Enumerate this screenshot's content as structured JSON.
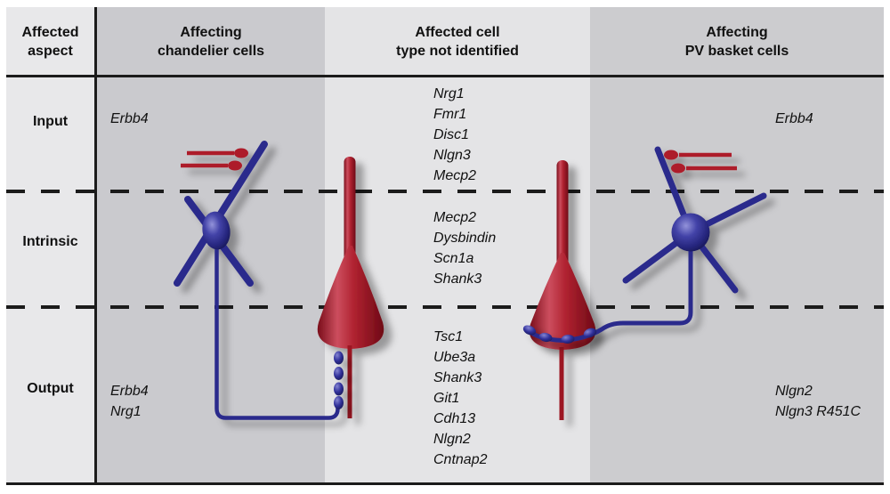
{
  "header": {
    "affected_aspect": {
      "line1": "Affected",
      "line2": "aspect"
    },
    "chandelier": {
      "line1": "Affecting",
      "line2": "chandelier cells"
    },
    "unidentified": {
      "line1": "Affected cell",
      "line2": "type not identified"
    },
    "pv_basket": {
      "line1": "Affecting",
      "line2": "PV basket cells"
    }
  },
  "row_labels": {
    "input": "Input",
    "intrinsic": "Intrinsic",
    "output": "Output"
  },
  "genes": {
    "chandelier_input": [
      "Erbb4"
    ],
    "chandelier_output": [
      "Erbb4",
      "Nrg1"
    ],
    "center_input": [
      "Nrg1",
      "Fmr1",
      "Disc1",
      "Nlgn3",
      "Mecp2"
    ],
    "center_intrinsic": [
      "Mecp2",
      "Dysbindin",
      "Scn1a",
      "Shank3"
    ],
    "center_output": [
      "Tsc1",
      "Ube3a",
      "Shank3",
      "Git1",
      "Cdh13",
      "Nlgn2",
      "Cntnap2"
    ],
    "pv_basket_input": [
      "Erbb4"
    ],
    "pv_basket_output": [
      "Nlgn2",
      "Nlgn3 R451C"
    ]
  },
  "colors": {
    "neuron_blue": "#2c2c8c",
    "neuron_red": "#ad1f2b",
    "background_light": "#e6e6e8",
    "background_dark": "#cacace",
    "line_black": "#1b1b1b"
  }
}
